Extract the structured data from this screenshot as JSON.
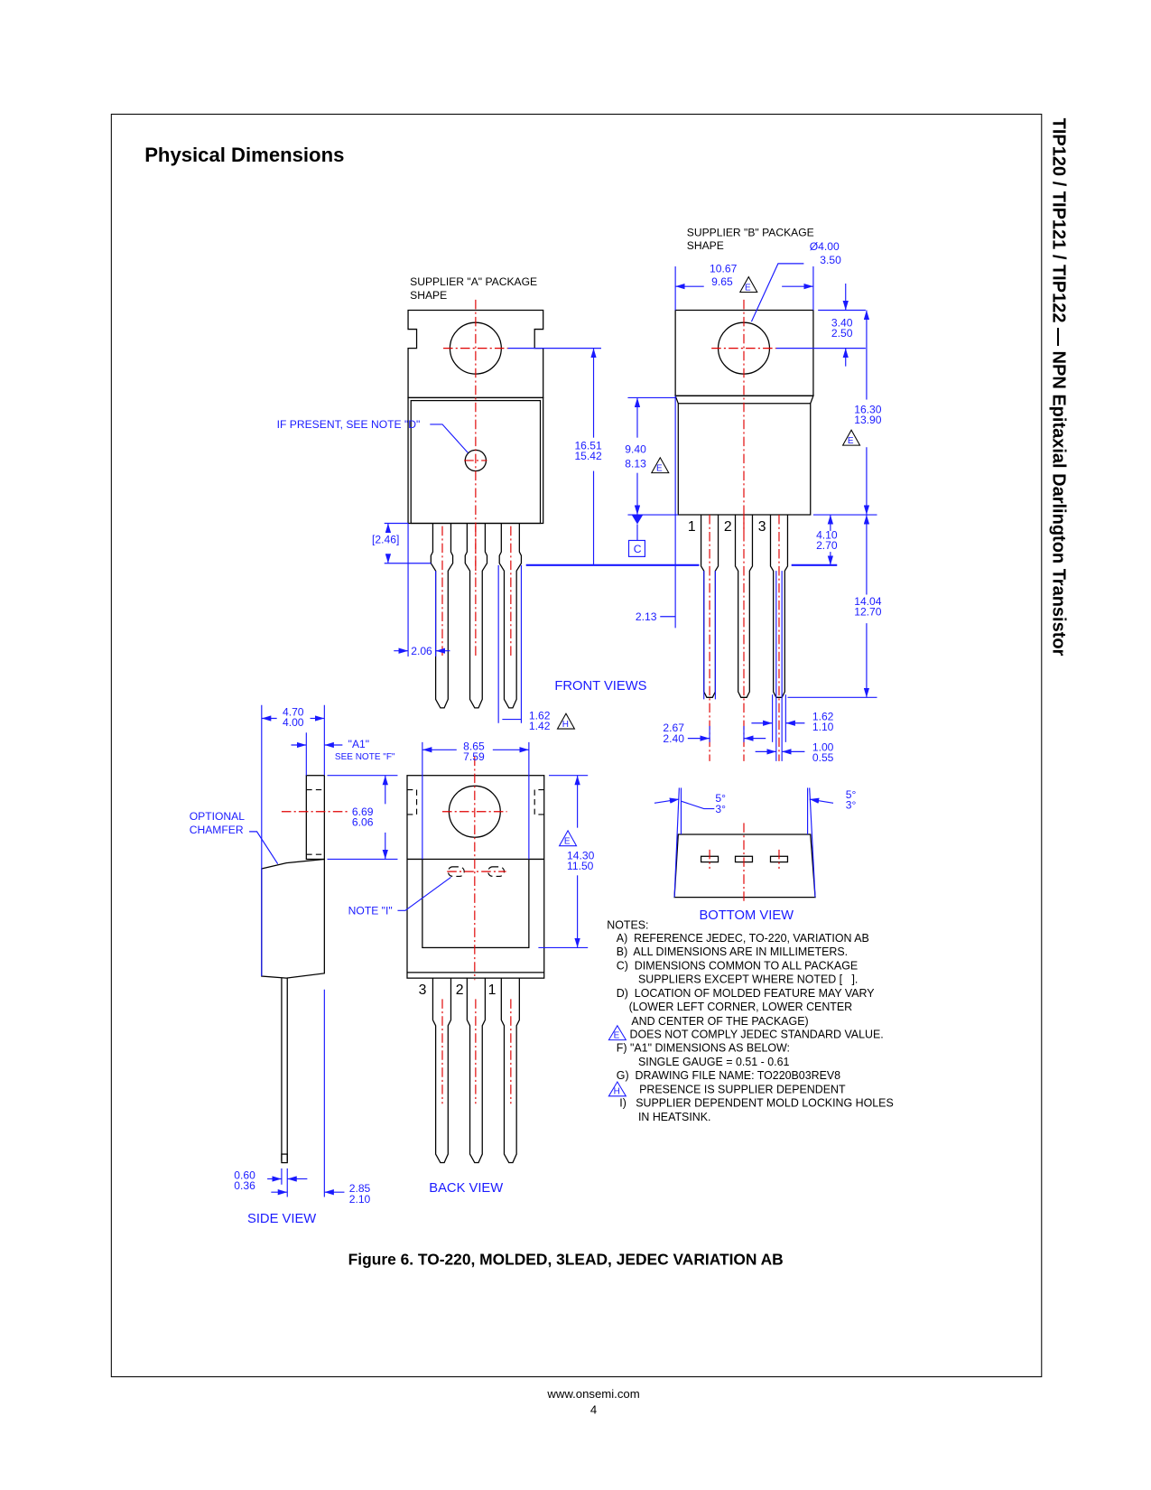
{
  "page": {
    "section_title": "Physical Dimensions",
    "side_title": "TIP120 / TIP121 / TIP122 — NPN Epitaxial Darlington Transistor",
    "figure_caption": "Figure 6. TO-220, MOLDED, 3LEAD, JEDEC VARIATION AB",
    "footer_url": "www.onsemi.com",
    "page_number": "4"
  },
  "colors": {
    "dimension": "#1a1aff",
    "centerline": "#e00000",
    "outline": "#000000"
  },
  "drawing": {
    "supplier_a": [
      "SUPPLIER \"A\" PACKAGE",
      "SHAPE"
    ],
    "supplier_b": [
      "SUPPLIER \"B\" PACKAGE",
      "SHAPE"
    ],
    "note_d_callout": "IF PRESENT, SEE NOTE \"D\"",
    "front_views_label": "FRONT VIEWS",
    "bottom_view_label": "BOTTOM VIEW",
    "side_view_label": "SIDE VIEW",
    "back_view_label": "BACK VIEW",
    "optional_chamfer": [
      "OPTIONAL",
      "CHAMFER"
    ],
    "note_i_callout": "NOTE \"I\"",
    "a1_label": "\"A1\"",
    "see_note_f": "SEE NOTE \"F\"",
    "datum_c": "C",
    "flag_e": "E",
    "flag_h": "H",
    "front_pins": [
      "1",
      "2",
      "3"
    ],
    "back_pins": [
      "3",
      "2",
      "1"
    ],
    "dims": {
      "hole_dia": [
        "Ø4.00",
        "3.50"
      ],
      "b_width": [
        "10.67",
        "9.65"
      ],
      "hole_to_top": [
        "3.40",
        "2.50"
      ],
      "body_height": [
        "16.30",
        "13.90"
      ],
      "overall_a": [
        "16.51",
        "15.42"
      ],
      "tab_height": [
        "9.40",
        "8.13"
      ],
      "lead_shoulder": [
        "4.10",
        "2.70"
      ],
      "lead_length": [
        "14.04",
        "12.70"
      ],
      "lead_bracket": "[2.46]",
      "lead_offset": "2.06",
      "lead_edge": "2.13",
      "lead_width_h": [
        "1.62",
        "1.42"
      ],
      "pitch": [
        "2.67",
        "2.40"
      ],
      "lead_width": [
        "1.62",
        "1.10"
      ],
      "lead_tip": [
        "1.00",
        "0.55"
      ],
      "draft_left": [
        "5°",
        "3°"
      ],
      "draft_right": [
        "5°",
        "3°"
      ],
      "thickness": [
        "4.70",
        "4.00"
      ],
      "tab_hole": [
        "6.69",
        "6.06"
      ],
      "back_width": [
        "8.65",
        "7.59"
      ],
      "back_height": [
        "14.30",
        "11.50"
      ],
      "lead_thk": [
        "0.60",
        "0.36"
      ],
      "standoff": [
        "2.85",
        "2.10"
      ]
    },
    "notes_title": "NOTES:",
    "notes": [
      "A)  REFERENCE JEDEC, TO-220, VARIATION AB",
      "B)  ALL DIMENSIONS ARE IN MILLIMETERS.",
      "C)  DIMENSIONS COMMON TO ALL PACKAGE",
      "       SUPPLIERS EXCEPT WHERE NOTED [   ].",
      "D)  LOCATION OF MOLDED FEATURE MAY VARY",
      "    (LOWER LEFT CORNER, LOWER CENTER",
      "     AND CENTER OF THE PACKAGE)",
      "     DOES NOT COMPLY JEDEC STANDARD VALUE.",
      "F) \"A1\" DIMENSIONS AS BELOW:",
      "       SINGLE GAUGE = 0.51 - 0.61",
      "G)  DRAWING FILE NAME: TO220B03REV8",
      "       PRESENCE IS SUPPLIER DEPENDENT",
      " I)   SUPPLIER DEPENDENT MOLD LOCKING HOLES",
      "       IN HEATSINK."
    ]
  }
}
